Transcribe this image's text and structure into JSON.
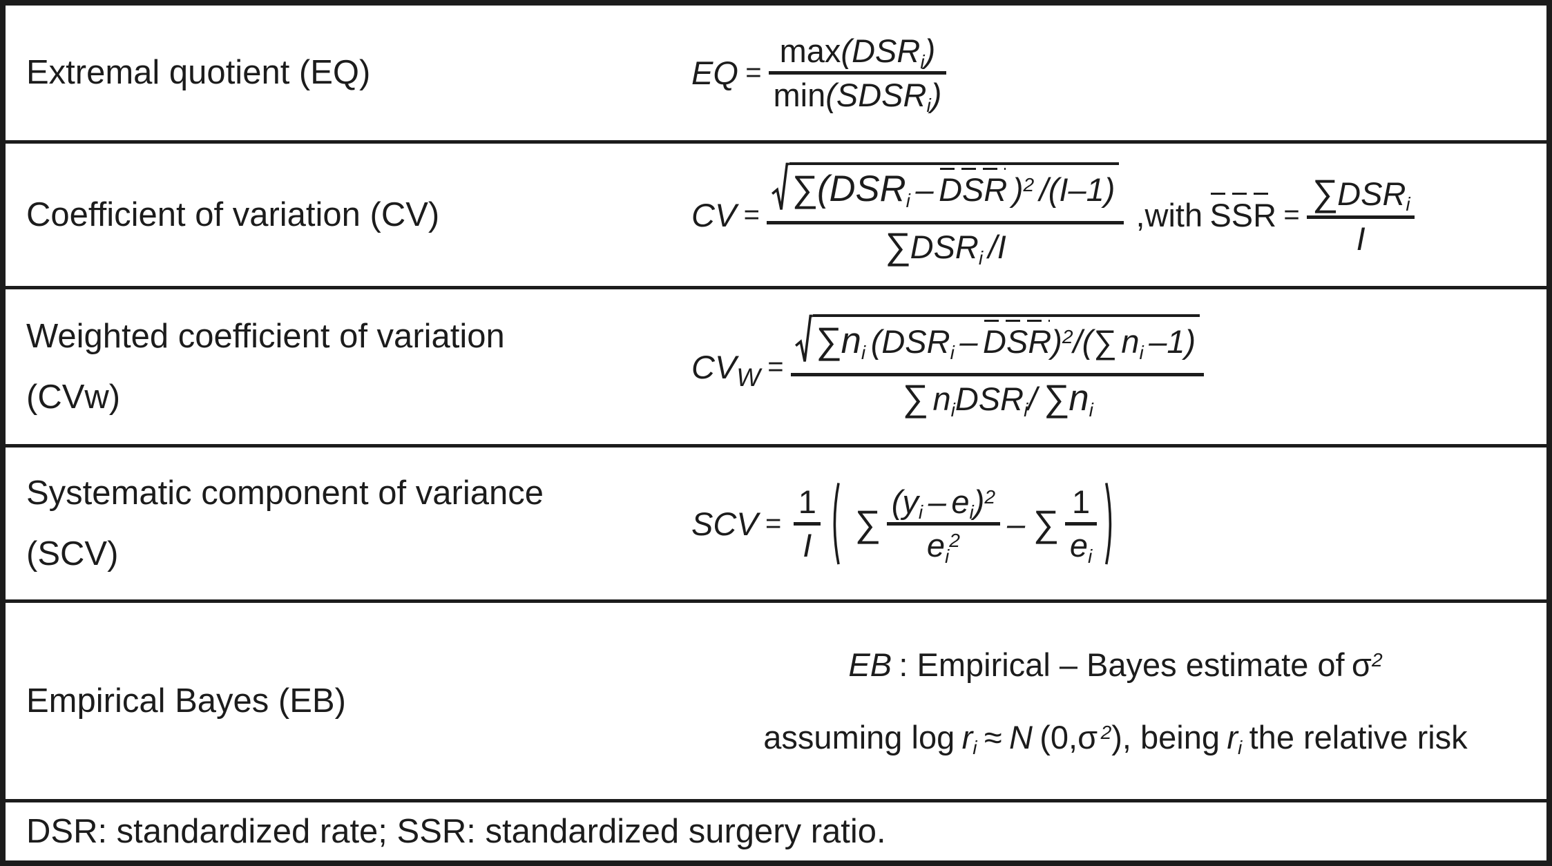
{
  "icons": {
    "radical_sign": "√",
    "paren_open": "(",
    "paren_close": ")"
  },
  "ink_color": "#1c1c1c",
  "rows": {
    "eq": {
      "label": "Extremal quotient (EQ)",
      "lhs": "EQ",
      "equals": "=",
      "num_fn": "max",
      "num_open": "(DSR",
      "num_sub": "i",
      "num_close": ")",
      "den_fn": "min",
      "den_open": "(SDSR",
      "den_sub": "i",
      "den_close": ")"
    },
    "cv": {
      "label": "Coefficient of variation (CV)",
      "lhs": "CV",
      "equals": "=",
      "rad_sum_open": "∑(DSR",
      "rad_sub1": "i",
      "rad_minus": "–",
      "rad_bar_var": "DSR",
      "rad_close": ")",
      "rad_sup": "2",
      "rad_tail": "/(I–1)",
      "den_sum": "∑",
      "den_var": "DSR",
      "den_sub": "i",
      "den_tail": "/I",
      "with_text": ",with",
      "with_bar_var": "SSR",
      "with_equals": "=",
      "with_num_sum": "∑",
      "with_num_var": "DSR",
      "with_num_sub": "i",
      "with_den": "I"
    },
    "cvw": {
      "label": "Weighted coefficient of variation",
      "label2": "(CVw)",
      "lhs": "CV",
      "lhs_sub": "W",
      "equals": "=",
      "rad_sum_n": "∑n",
      "rad_n_sub": "i",
      "rad_open": "(DSR",
      "rad_dsr_sub": "i",
      "rad_minus": "–",
      "rad_bar_var": "DSR",
      "rad_close": ")",
      "rad_sup": "2",
      "rad_slash_sum": "/(∑",
      "rad_n2": "n",
      "rad_n2_sub": "i",
      "rad_tail": "–1)",
      "den_sum": "∑",
      "den_n": "n",
      "den_n_sub": "i",
      "den_var": "DSR",
      "den_var_sub": "i",
      "den_slash": "/",
      "den_sum2": "∑n",
      "den_sum2_sub": "i"
    },
    "scv": {
      "label": "Systematic component of variance",
      "label2": "(SCV)",
      "lhs": "SCV",
      "equals": "=",
      "coef_num": "1",
      "coef_den": "I",
      "sum1": "∑",
      "f1_num_open": "(y",
      "f1_num_sub1": "i",
      "f1_minus": "–",
      "f1_num_e": "e",
      "f1_num_sub2": "i",
      "f1_num_close": ")",
      "f1_num_sup": "2",
      "f1_den_e": "e",
      "f1_den_sub": "i",
      "f1_den_sup": "2",
      "minus": "–",
      "sum2": "∑",
      "f2_num": "1",
      "f2_den_e": "e",
      "f2_den_sub": "i"
    },
    "eb": {
      "label": "Empirical Bayes (EB)",
      "line1_var": "EB",
      "line1_text": ": Empirical – Bayes estimate of",
      "line1_sigma": "σ",
      "line1_sup": "2",
      "line2_a": "assuming log",
      "line2_r": "r",
      "line2_r_sub": "i",
      "line2_approx": "≈",
      "line2_N": "N",
      "line2_b": "(0,σ",
      "line2_sup": "2",
      "line2_c": "), being",
      "line2_r2": "r",
      "line2_r2_sub": "i",
      "line2_d": "the relative risk"
    }
  },
  "footnote": "DSR: standardized rate; SSR: standardized surgery ratio."
}
